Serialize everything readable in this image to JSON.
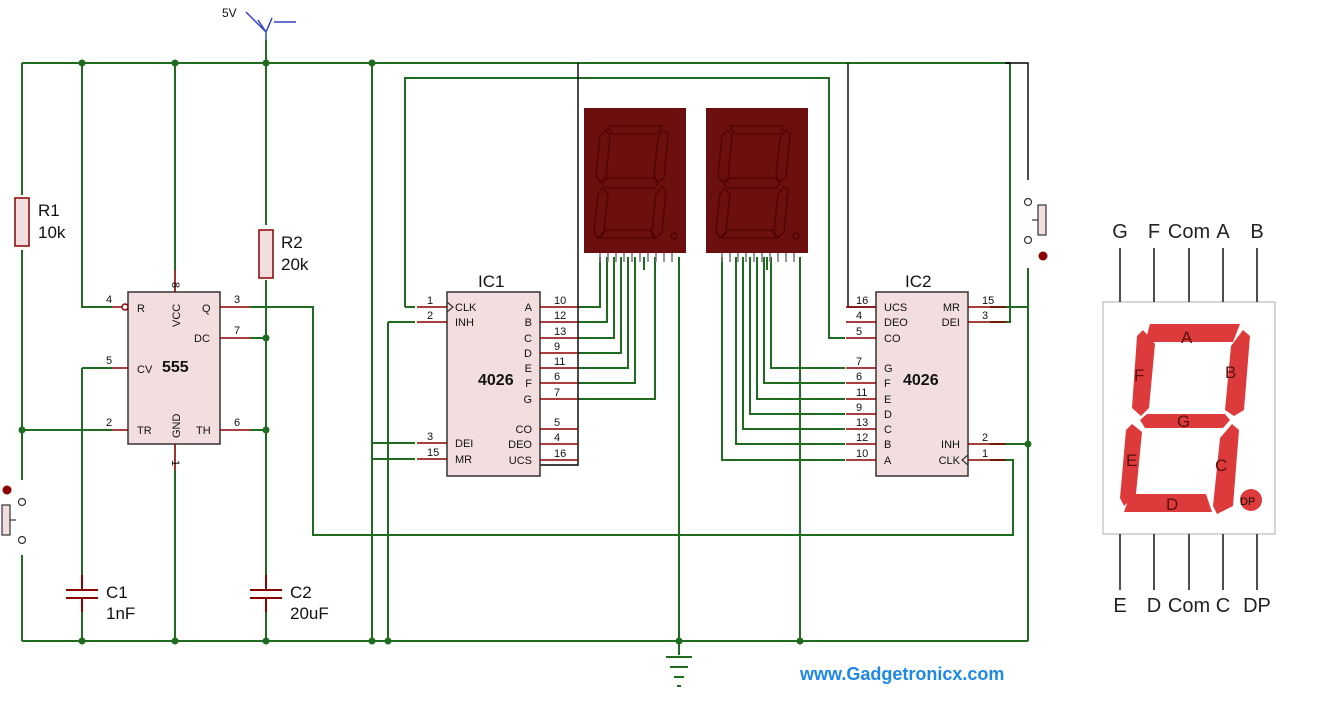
{
  "supply": {
    "label": "5V"
  },
  "components": {
    "r1": {
      "name": "R1",
      "value": "10k"
    },
    "r2": {
      "name": "R2",
      "value": "20k"
    },
    "c1": {
      "name": "C1",
      "value": "1nF"
    },
    "c2": {
      "name": "C2",
      "value": "20uF"
    }
  },
  "timer": {
    "chip": "555",
    "pins": {
      "R": "R",
      "VCC": "VCC",
      "Q": "Q",
      "DC": "DC",
      "CV": "CV",
      "TR": "TR",
      "GND": "GND",
      "TH": "TH"
    },
    "pin_numbers": {
      "p4": "4",
      "p8": "8",
      "p3": "3",
      "p7": "7",
      "p5": "5",
      "p2": "2",
      "p1": "1",
      "p6": "6"
    }
  },
  "ic1": {
    "name": "IC1",
    "chip": "4026",
    "left_pins": [
      {
        "label": "CLK",
        "num": "1"
      },
      {
        "label": "INH",
        "num": "2"
      },
      {
        "label": "DEI",
        "num": "3"
      },
      {
        "label": "MR",
        "num": "15"
      }
    ],
    "right_pins": [
      {
        "label": "A",
        "num": "10"
      },
      {
        "label": "B",
        "num": "12"
      },
      {
        "label": "C",
        "num": "13"
      },
      {
        "label": "D",
        "num": "9"
      },
      {
        "label": "E",
        "num": "11"
      },
      {
        "label": "F",
        "num": "6"
      },
      {
        "label": "G",
        "num": "7"
      },
      {
        "label": "CO",
        "num": "5"
      },
      {
        "label": "DEO",
        "num": "4"
      },
      {
        "label": "UCS",
        "num": "16"
      }
    ]
  },
  "ic2": {
    "name": "IC2",
    "chip": "4026",
    "left_pins": [
      {
        "label": "UCS",
        "num": "16"
      },
      {
        "label": "DEO",
        "num": "4"
      },
      {
        "label": "CO",
        "num": "5"
      },
      {
        "label": "G",
        "num": "7"
      },
      {
        "label": "F",
        "num": "6"
      },
      {
        "label": "E",
        "num": "11"
      },
      {
        "label": "D",
        "num": "9"
      },
      {
        "label": "C",
        "num": "13"
      },
      {
        "label": "B",
        "num": "12"
      },
      {
        "label": "A",
        "num": "10"
      }
    ],
    "right_pins": [
      {
        "label": "MR",
        "num": "15"
      },
      {
        "label": "DEI",
        "num": "3"
      },
      {
        "label": "INH",
        "num": "2"
      },
      {
        "label": "CLK",
        "num": "1"
      }
    ]
  },
  "segment_reference": {
    "top_pins": [
      "G",
      "F",
      "Com",
      "A",
      "B"
    ],
    "bottom_pins": [
      "E",
      "D",
      "Com",
      "C",
      "DP"
    ],
    "segments": [
      "A",
      "B",
      "C",
      "D",
      "E",
      "F",
      "G"
    ],
    "dp": "DP"
  },
  "website": "www.Gadgetronicx.com",
  "colors": {
    "wire": "#1f6b1f",
    "pin": "#8b0000",
    "display_body": "#6b0f0f",
    "segment_lit": "#dd3b3b",
    "website": "#1e88e5"
  }
}
